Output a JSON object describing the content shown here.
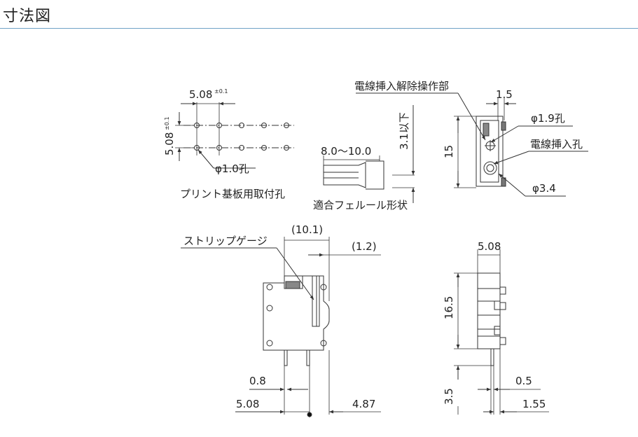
{
  "header": {
    "title": "寸法図"
  },
  "pcb_holes": {
    "pitch_x": "5.08",
    "pitch_x_tol": "±0.1",
    "pitch_y": "5.08",
    "pitch_y_tol": "±0.1",
    "hole_dia": "φ1.0孔",
    "caption": "プリント基板用取付孔"
  },
  "ferrule": {
    "length": "8.0〜10.0",
    "width": "3.1以下",
    "caption": "適合フェルール形状"
  },
  "top_view": {
    "release_label": "電線挿入解除操作部",
    "width": "1.5",
    "release_hole": "φ1.9孔",
    "wire_hole_label": "電線挿入孔",
    "height": "15",
    "wire_hole_dia": "φ3.4"
  },
  "front_view": {
    "overall": "(10.1)",
    "strip_gauge": "ストリップゲージ",
    "offset": "(1.2)",
    "pin_width": "0.8",
    "left_pitch": "5.08",
    "right_pitch": "4.87"
  },
  "side_view": {
    "width": "5.08",
    "height": "16.5",
    "pin_length": "3.5",
    "pin_thickness": "0.5",
    "pin_offset": "1.55"
  }
}
